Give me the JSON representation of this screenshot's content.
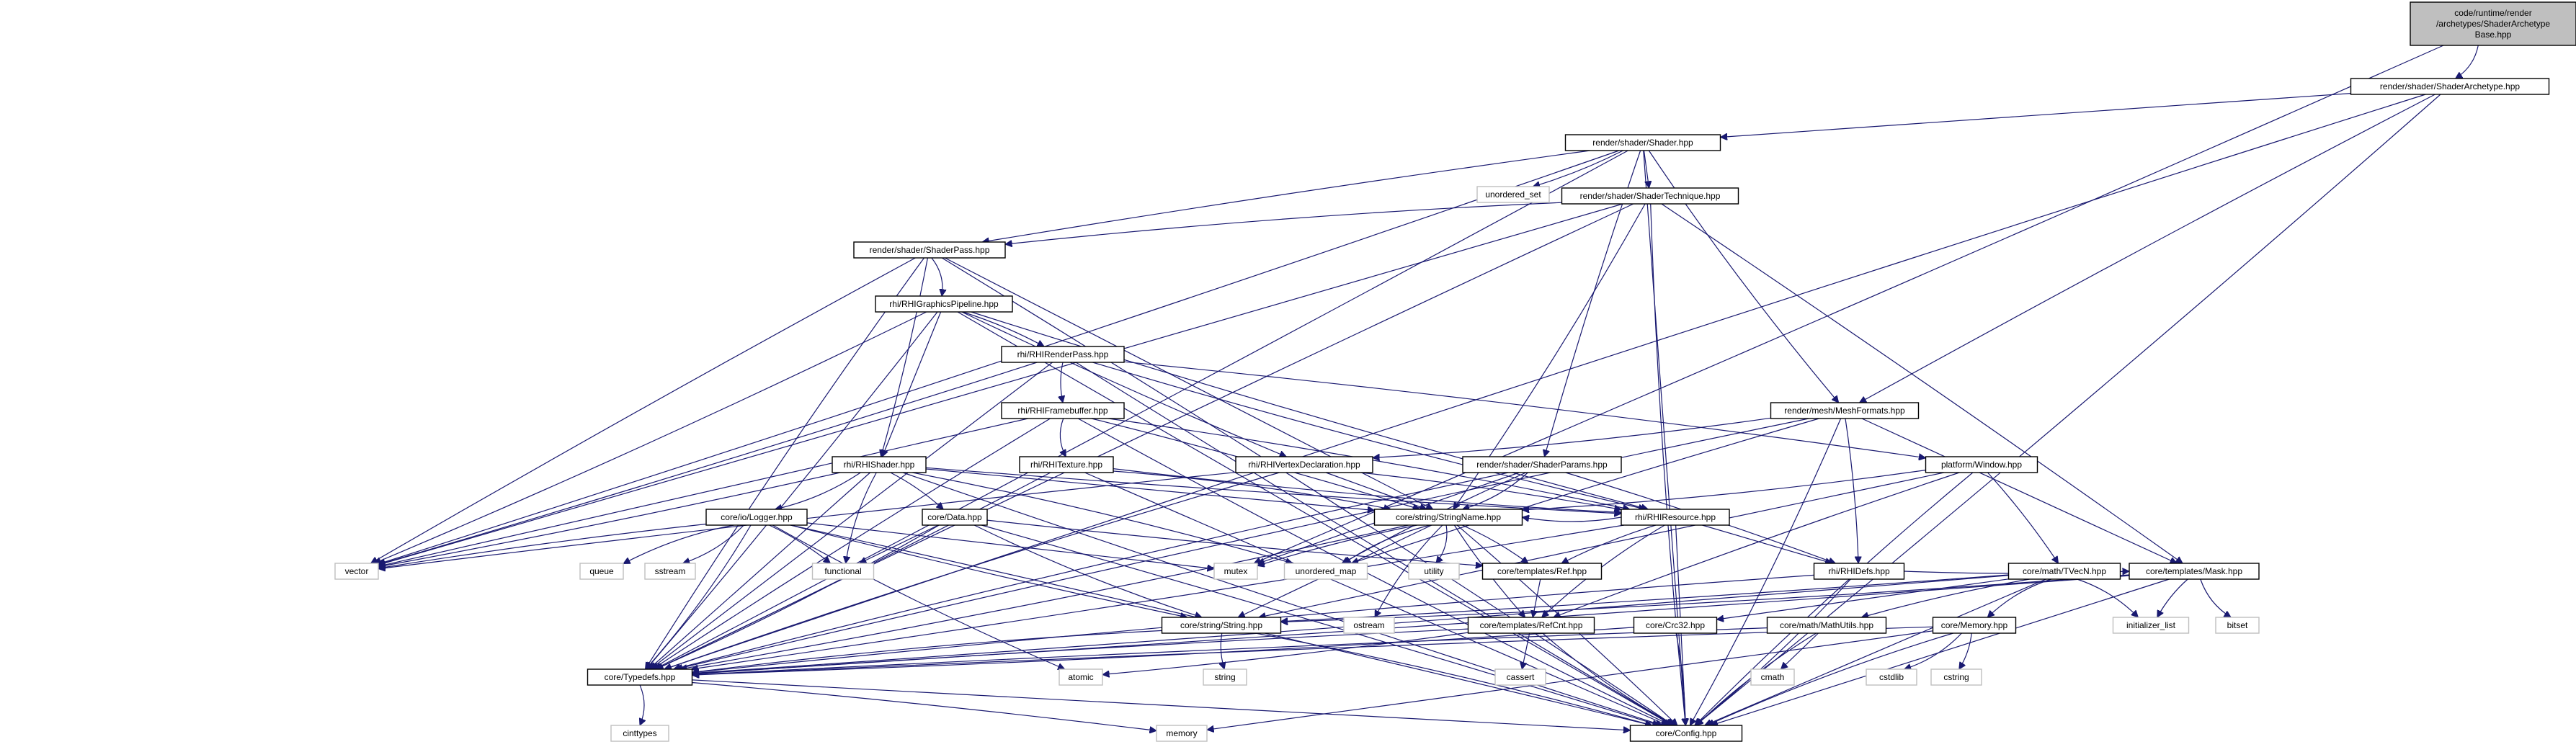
{
  "colors": {
    "edge": "#191970",
    "node_border": "#000000",
    "external_border": "#bfbfbf",
    "root_fill": "#bfbfbf"
  },
  "nodes": [
    {
      "id": "root",
      "label": "code/runtime/render\n/archetypes/ShaderArchetype\nBase.hpp",
      "kind": "root"
    },
    {
      "id": "archetype",
      "label": "render/shader/ShaderArchetype.hpp",
      "kind": "file"
    },
    {
      "id": "shader",
      "label": "render/shader/Shader.hpp",
      "kind": "file"
    },
    {
      "id": "unordered_set",
      "label": "unordered_set",
      "kind": "ext"
    },
    {
      "id": "technique",
      "label": "render/shader/ShaderTechnique.hpp",
      "kind": "file"
    },
    {
      "id": "pass",
      "label": "render/shader/ShaderPass.hpp",
      "kind": "file"
    },
    {
      "id": "gpipe",
      "label": "rhi/RHIGraphicsPipeline.hpp",
      "kind": "file"
    },
    {
      "id": "renderpass",
      "label": "rhi/RHIRenderPass.hpp",
      "kind": "file"
    },
    {
      "id": "framebuffer",
      "label": "rhi/RHIFramebuffer.hpp",
      "kind": "file"
    },
    {
      "id": "meshformats",
      "label": "render/mesh/MeshFormats.hpp",
      "kind": "file"
    },
    {
      "id": "vertexdecl",
      "label": "rhi/RHIVertexDeclaration.hpp",
      "kind": "file"
    },
    {
      "id": "shaderparams",
      "label": "render/shader/ShaderParams.hpp",
      "kind": "file"
    },
    {
      "id": "window",
      "label": "platform/Window.hpp",
      "kind": "file"
    },
    {
      "id": "rhishader",
      "label": "rhi/RHIShader.hpp",
      "kind": "file"
    },
    {
      "id": "rhitexture",
      "label": "rhi/RHITexture.hpp",
      "kind": "file"
    },
    {
      "id": "stringname",
      "label": "core/string/StringName.hpp",
      "kind": "file"
    },
    {
      "id": "rhiresource",
      "label": "rhi/RHIResource.hpp",
      "kind": "file"
    },
    {
      "id": "logger",
      "label": "core/io/Logger.hpp",
      "kind": "file"
    },
    {
      "id": "data",
      "label": "core/Data.hpp",
      "kind": "file"
    },
    {
      "id": "vector",
      "label": "vector",
      "kind": "ext"
    },
    {
      "id": "queue",
      "label": "queue",
      "kind": "ext"
    },
    {
      "id": "sstream",
      "label": "sstream",
      "kind": "ext"
    },
    {
      "id": "functional",
      "label": "functional",
      "kind": "ext"
    },
    {
      "id": "mutex",
      "label": "mutex",
      "kind": "ext"
    },
    {
      "id": "unordered_map",
      "label": "unordered_map",
      "kind": "ext"
    },
    {
      "id": "utility",
      "label": "utility",
      "kind": "ext"
    },
    {
      "id": "ref",
      "label": "core/templates/Ref.hpp",
      "kind": "file"
    },
    {
      "id": "rhidefs",
      "label": "rhi/RHIDefs.hpp",
      "kind": "file"
    },
    {
      "id": "tvecn",
      "label": "core/math/TVecN.hpp",
      "kind": "file"
    },
    {
      "id": "mask",
      "label": "core/templates/Mask.hpp",
      "kind": "file"
    },
    {
      "id": "ostream",
      "label": "ostream",
      "kind": "ext"
    },
    {
      "id": "string_hpp",
      "label": "core/string/String.hpp",
      "kind": "file"
    },
    {
      "id": "refcnt",
      "label": "core/templates/RefCnt.hpp",
      "kind": "file"
    },
    {
      "id": "crc32",
      "label": "core/Crc32.hpp",
      "kind": "file"
    },
    {
      "id": "mathutils",
      "label": "core/math/MathUtils.hpp",
      "kind": "file"
    },
    {
      "id": "memory_hpp",
      "label": "core/Memory.hpp",
      "kind": "file"
    },
    {
      "id": "initializer_list",
      "label": "initializer_list",
      "kind": "ext"
    },
    {
      "id": "bitset",
      "label": "bitset",
      "kind": "ext"
    },
    {
      "id": "typedefs",
      "label": "core/Typedefs.hpp",
      "kind": "file"
    },
    {
      "id": "string_ext",
      "label": "string",
      "kind": "ext"
    },
    {
      "id": "atomic",
      "label": "atomic",
      "kind": "ext"
    },
    {
      "id": "cassert",
      "label": "cassert",
      "kind": "ext"
    },
    {
      "id": "cmath",
      "label": "cmath",
      "kind": "ext"
    },
    {
      "id": "cstdlib",
      "label": "cstdlib",
      "kind": "ext"
    },
    {
      "id": "cstring",
      "label": "cstring",
      "kind": "ext"
    },
    {
      "id": "cinttypes",
      "label": "cinttypes",
      "kind": "ext"
    },
    {
      "id": "memory_ext",
      "label": "memory",
      "kind": "ext"
    },
    {
      "id": "config",
      "label": "core/Config.hpp",
      "kind": "file"
    }
  ],
  "edges": [
    [
      "root",
      "archetype"
    ],
    [
      "root",
      "mutex"
    ],
    [
      "archetype",
      "shader"
    ],
    [
      "archetype",
      "meshformats"
    ],
    [
      "archetype",
      "typedefs"
    ],
    [
      "archetype",
      "config"
    ],
    [
      "shader",
      "unordered_set"
    ],
    [
      "shader",
      "technique"
    ],
    [
      "shader",
      "pass"
    ],
    [
      "shader",
      "meshformats"
    ],
    [
      "shader",
      "vector"
    ],
    [
      "shader",
      "typedefs"
    ],
    [
      "shader",
      "config"
    ],
    [
      "shader",
      "shaderparams"
    ],
    [
      "technique",
      "pass"
    ],
    [
      "technique",
      "stringname"
    ],
    [
      "technique",
      "mask"
    ],
    [
      "technique",
      "vector"
    ],
    [
      "technique",
      "typedefs"
    ],
    [
      "technique",
      "config"
    ],
    [
      "pass",
      "gpipe"
    ],
    [
      "pass",
      "rhishader"
    ],
    [
      "pass",
      "stringname"
    ],
    [
      "pass",
      "vector"
    ],
    [
      "pass",
      "typedefs"
    ],
    [
      "pass",
      "config"
    ],
    [
      "gpipe",
      "renderpass"
    ],
    [
      "gpipe",
      "rhishader"
    ],
    [
      "gpipe",
      "vertexdecl"
    ],
    [
      "gpipe",
      "rhiresource"
    ],
    [
      "gpipe",
      "vector"
    ],
    [
      "gpipe",
      "typedefs"
    ],
    [
      "gpipe",
      "config"
    ],
    [
      "renderpass",
      "framebuffer"
    ],
    [
      "renderpass",
      "rhiresource"
    ],
    [
      "renderpass",
      "window"
    ],
    [
      "renderpass",
      "vector"
    ],
    [
      "renderpass",
      "typedefs"
    ],
    [
      "renderpass",
      "config"
    ],
    [
      "framebuffer",
      "rhitexture"
    ],
    [
      "framebuffer",
      "rhiresource"
    ],
    [
      "framebuffer",
      "stringname"
    ],
    [
      "framebuffer",
      "vector"
    ],
    [
      "framebuffer",
      "typedefs"
    ],
    [
      "framebuffer",
      "config"
    ],
    [
      "meshformats",
      "vertexdecl"
    ],
    [
      "meshformats",
      "rhidefs"
    ],
    [
      "meshformats",
      "mask"
    ],
    [
      "meshformats",
      "unordered_map"
    ],
    [
      "meshformats",
      "typedefs"
    ],
    [
      "meshformats",
      "config"
    ],
    [
      "vertexdecl",
      "rhiresource"
    ],
    [
      "vertexdecl",
      "stringname"
    ],
    [
      "vertexdecl",
      "vector"
    ],
    [
      "vertexdecl",
      "typedefs"
    ],
    [
      "shaderparams",
      "stringname"
    ],
    [
      "shaderparams",
      "rhidefs"
    ],
    [
      "shaderparams",
      "mutex"
    ],
    [
      "shaderparams",
      "unordered_map"
    ],
    [
      "shaderparams",
      "typedefs"
    ],
    [
      "window",
      "stringname"
    ],
    [
      "window",
      "tvecn"
    ],
    [
      "window",
      "string_hpp"
    ],
    [
      "window",
      "refcnt"
    ],
    [
      "window",
      "config"
    ],
    [
      "rhishader",
      "logger"
    ],
    [
      "rhishader",
      "data"
    ],
    [
      "rhishader",
      "stringname"
    ],
    [
      "rhishader",
      "rhiresource"
    ],
    [
      "rhishader",
      "functional"
    ],
    [
      "rhishader",
      "unordered_map"
    ],
    [
      "rhishader",
      "vector"
    ],
    [
      "rhishader",
      "typedefs"
    ],
    [
      "rhishader",
      "config"
    ],
    [
      "rhitexture",
      "rhiresource"
    ],
    [
      "rhitexture",
      "stringname"
    ],
    [
      "rhitexture",
      "typedefs"
    ],
    [
      "rhitexture",
      "config"
    ],
    [
      "stringname",
      "mutex"
    ],
    [
      "stringname",
      "unordered_map"
    ],
    [
      "stringname",
      "utility"
    ],
    [
      "stringname",
      "ref"
    ],
    [
      "stringname",
      "string_hpp"
    ],
    [
      "stringname",
      "refcnt"
    ],
    [
      "stringname",
      "ostream"
    ],
    [
      "stringname",
      "typedefs"
    ],
    [
      "stringname",
      "config"
    ],
    [
      "rhiresource",
      "rhidefs"
    ],
    [
      "rhiresource",
      "ref"
    ],
    [
      "rhiresource",
      "refcnt"
    ],
    [
      "rhiresource",
      "stringname"
    ],
    [
      "rhiresource",
      "typedefs"
    ],
    [
      "rhiresource",
      "config"
    ],
    [
      "logger",
      "vector"
    ],
    [
      "logger",
      "queue"
    ],
    [
      "logger",
      "sstream"
    ],
    [
      "logger",
      "functional"
    ],
    [
      "logger",
      "mutex"
    ],
    [
      "logger",
      "string_hpp"
    ],
    [
      "logger",
      "atomic"
    ],
    [
      "logger",
      "typedefs"
    ],
    [
      "logger",
      "config"
    ],
    [
      "data",
      "functional"
    ],
    [
      "data",
      "ref"
    ],
    [
      "data",
      "string_hpp"
    ],
    [
      "data",
      "typedefs"
    ],
    [
      "data",
      "config"
    ],
    [
      "ref",
      "refcnt"
    ],
    [
      "rhidefs",
      "mask"
    ],
    [
      "rhidefs",
      "typedefs"
    ],
    [
      "rhidefs",
      "config"
    ],
    [
      "tvecn",
      "string_hpp"
    ],
    [
      "tvecn",
      "crc32"
    ],
    [
      "tvecn",
      "mathutils"
    ],
    [
      "tvecn",
      "memory_hpp"
    ],
    [
      "tvecn",
      "initializer_list"
    ],
    [
      "tvecn",
      "typedefs"
    ],
    [
      "tvecn",
      "config"
    ],
    [
      "mask",
      "initializer_list"
    ],
    [
      "mask",
      "bitset"
    ],
    [
      "mask",
      "string_hpp"
    ],
    [
      "mask",
      "typedefs"
    ],
    [
      "mask",
      "config"
    ],
    [
      "string_hpp",
      "string_ext"
    ],
    [
      "string_hpp",
      "typedefs"
    ],
    [
      "string_hpp",
      "config"
    ],
    [
      "refcnt",
      "atomic"
    ],
    [
      "refcnt",
      "cassert"
    ],
    [
      "refcnt",
      "typedefs"
    ],
    [
      "refcnt",
      "config"
    ],
    [
      "crc32",
      "typedefs"
    ],
    [
      "crc32",
      "config"
    ],
    [
      "mathutils",
      "cmath"
    ],
    [
      "mathutils",
      "typedefs"
    ],
    [
      "mathutils",
      "config"
    ],
    [
      "memory_hpp",
      "cstdlib"
    ],
    [
      "memory_hpp",
      "cstring"
    ],
    [
      "memory_hpp",
      "memory_ext"
    ],
    [
      "memory_hpp",
      "typedefs"
    ],
    [
      "memory_hpp",
      "config"
    ],
    [
      "typedefs",
      "cinttypes"
    ],
    [
      "typedefs",
      "memory_ext"
    ],
    [
      "typedefs",
      "config"
    ]
  ]
}
